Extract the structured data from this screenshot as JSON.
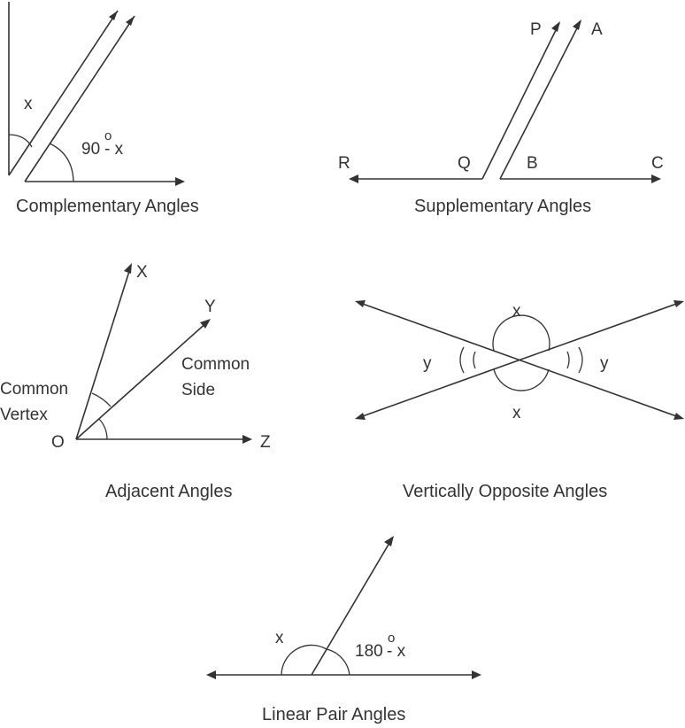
{
  "complementary": {
    "caption": "Complementary Angles",
    "angle_x": "x",
    "angle_other_value": "90",
    "angle_other_degree": "o",
    "angle_other_minus": "- x"
  },
  "supplementary": {
    "caption": "Supplementary Angles",
    "points": {
      "p": "P",
      "a": "A",
      "r": "R",
      "q": "Q",
      "b": "B",
      "c": "C"
    }
  },
  "adjacent": {
    "caption": "Adjacent Angles",
    "points": {
      "x": "X",
      "y": "Y",
      "z": "Z",
      "o": "O"
    },
    "common_side": [
      "Common",
      "Side"
    ],
    "common_vertex": [
      "Common",
      "Vertex"
    ]
  },
  "vertical": {
    "caption": "Vertically Opposite Angles",
    "angle_top": "x",
    "angle_bottom": "x",
    "angle_left": "y",
    "angle_right": "y"
  },
  "linear_pair": {
    "caption": "Linear Pair Angles",
    "angle_x": "x",
    "angle_other_value": "180",
    "angle_other_degree": "o",
    "angle_other_minus": "- x"
  }
}
